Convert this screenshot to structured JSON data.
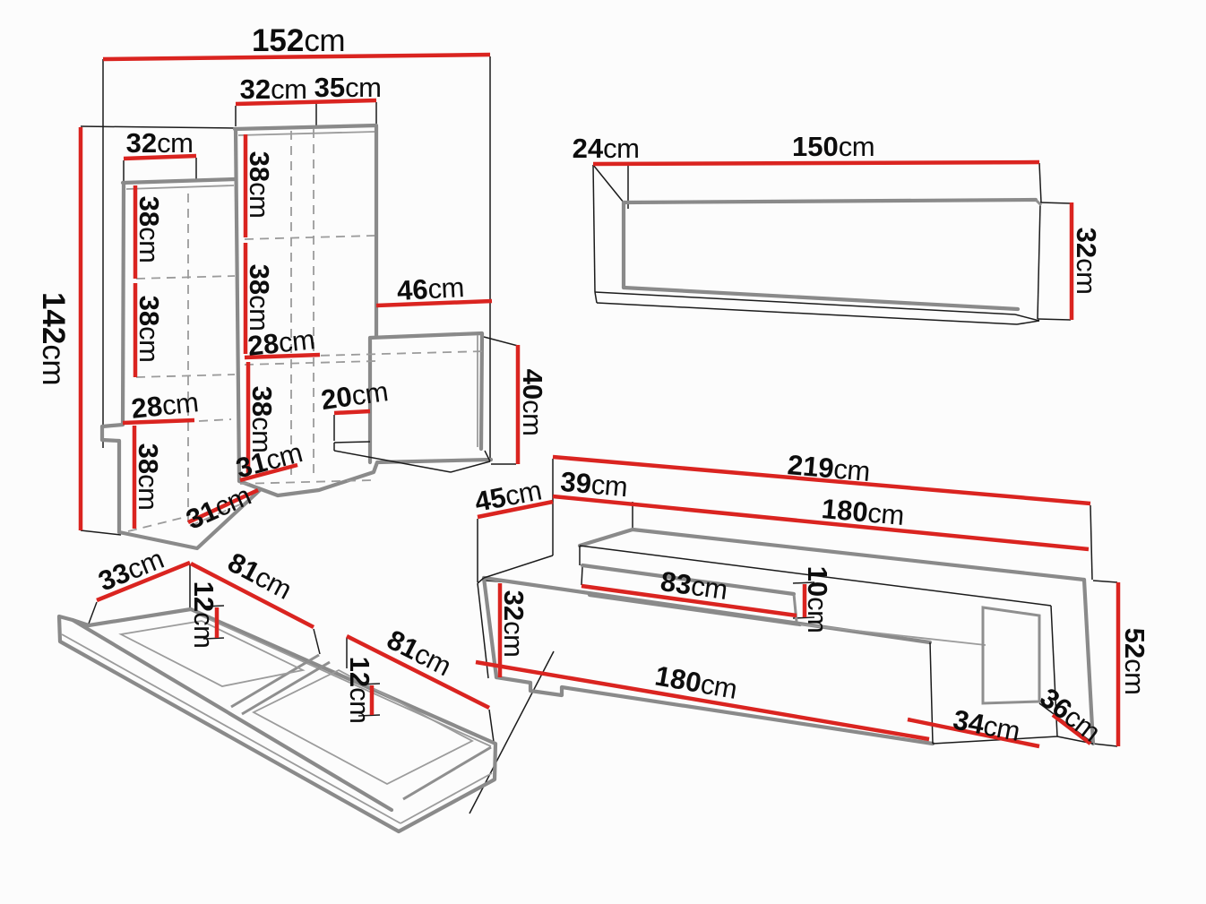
{
  "diagram": {
    "background": "#fcfcfc",
    "colors": {
      "dimension_red": "#da2420",
      "outline_gray": "#8a8a8a",
      "extension_black": "#1b1b1b",
      "text_black": "#0d0d0d"
    }
  },
  "units": {
    "shelving_unit": {
      "label": "tall shelving unit with desk panel",
      "dims": {
        "total_width": {
          "value": "152",
          "unit": "cm"
        },
        "right_column_width": {
          "value": "32",
          "unit": "cm"
        },
        "right_column_depth": {
          "value": "35",
          "unit": "cm"
        },
        "left_column_width": {
          "value": "32",
          "unit": "cm"
        },
        "total_height": {
          "value": "142",
          "unit": "cm"
        },
        "right_shelf_1": {
          "value": "38",
          "unit": "cm"
        },
        "right_shelf_2": {
          "value": "38",
          "unit": "cm"
        },
        "right_opening": {
          "value": "28",
          "unit": "cm"
        },
        "right_shelf_3": {
          "value": "38",
          "unit": "cm"
        },
        "right_bottom_depth": {
          "value": "31",
          "unit": "cm"
        },
        "left_shelf_1": {
          "value": "38",
          "unit": "cm"
        },
        "left_shelf_2": {
          "value": "38",
          "unit": "cm"
        },
        "left_opening": {
          "value": "28",
          "unit": "cm"
        },
        "left_shelf_3": {
          "value": "38",
          "unit": "cm"
        },
        "left_bottom_depth": {
          "value": "31",
          "unit": "cm"
        },
        "desk_width": {
          "value": "46",
          "unit": "cm"
        },
        "desk_height": {
          "value": "40",
          "unit": "cm"
        },
        "desk_depth": {
          "value": "20",
          "unit": "cm"
        }
      }
    },
    "wall_shelf": {
      "label": "wall shelf",
      "dims": {
        "depth": {
          "value": "24",
          "unit": "cm"
        },
        "length": {
          "value": "150",
          "unit": "cm"
        },
        "height": {
          "value": "32",
          "unit": "cm"
        }
      }
    },
    "drawers": {
      "label": "double drawer insert",
      "dims": {
        "depth": {
          "value": "33",
          "unit": "cm"
        },
        "drawer1_width": {
          "value": "81",
          "unit": "cm"
        },
        "drawer1_height": {
          "value": "12",
          "unit": "cm"
        },
        "drawer2_width": {
          "value": "81",
          "unit": "cm"
        },
        "drawer2_height": {
          "value": "12",
          "unit": "cm"
        }
      }
    },
    "tv_stand": {
      "label": "tv stand",
      "dims": {
        "total_depth": {
          "value": "45",
          "unit": "cm"
        },
        "top_depth": {
          "value": "39",
          "unit": "cm"
        },
        "total_width": {
          "value": "219",
          "unit": "cm"
        },
        "top_width": {
          "value": "180",
          "unit": "cm"
        },
        "niche_width": {
          "value": "83",
          "unit": "cm"
        },
        "niche_height": {
          "value": "10",
          "unit": "cm"
        },
        "cabinet_height": {
          "value": "32",
          "unit": "cm"
        },
        "cabinet_width": {
          "value": "180",
          "unit": "cm"
        },
        "total_height": {
          "value": "52",
          "unit": "cm"
        },
        "side_niche_width": {
          "value": "34",
          "unit": "cm"
        },
        "side_depth": {
          "value": "36",
          "unit": "cm"
        }
      }
    }
  }
}
